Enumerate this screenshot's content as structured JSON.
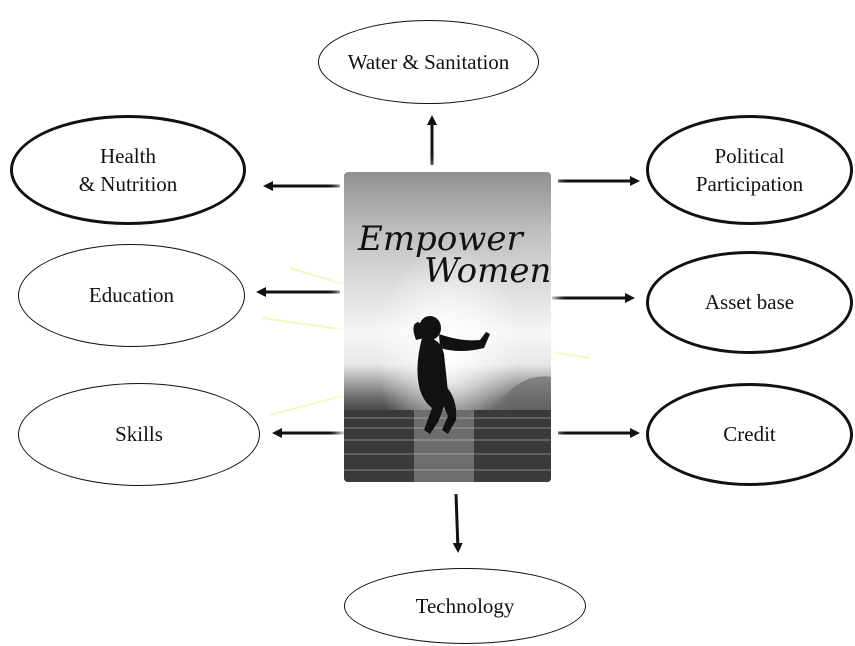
{
  "center": {
    "title_line1": "Empower",
    "title_line2": "Women",
    "image": "silhouette of a woman jumping against a sunset over the sea"
  },
  "nodes": [
    {
      "id": "water",
      "label": "Water & Sanitation"
    },
    {
      "id": "health",
      "label": "Health\n& Nutrition"
    },
    {
      "id": "political",
      "label": "Political\nParticipation"
    },
    {
      "id": "education",
      "label": "Education"
    },
    {
      "id": "asset",
      "label": "Asset base"
    },
    {
      "id": "skills",
      "label": "Skills"
    },
    {
      "id": "credit",
      "label": "Credit"
    },
    {
      "id": "technology",
      "label": "Technology"
    }
  ],
  "colors": {
    "ink": "#111111",
    "background": "#ffffff"
  }
}
